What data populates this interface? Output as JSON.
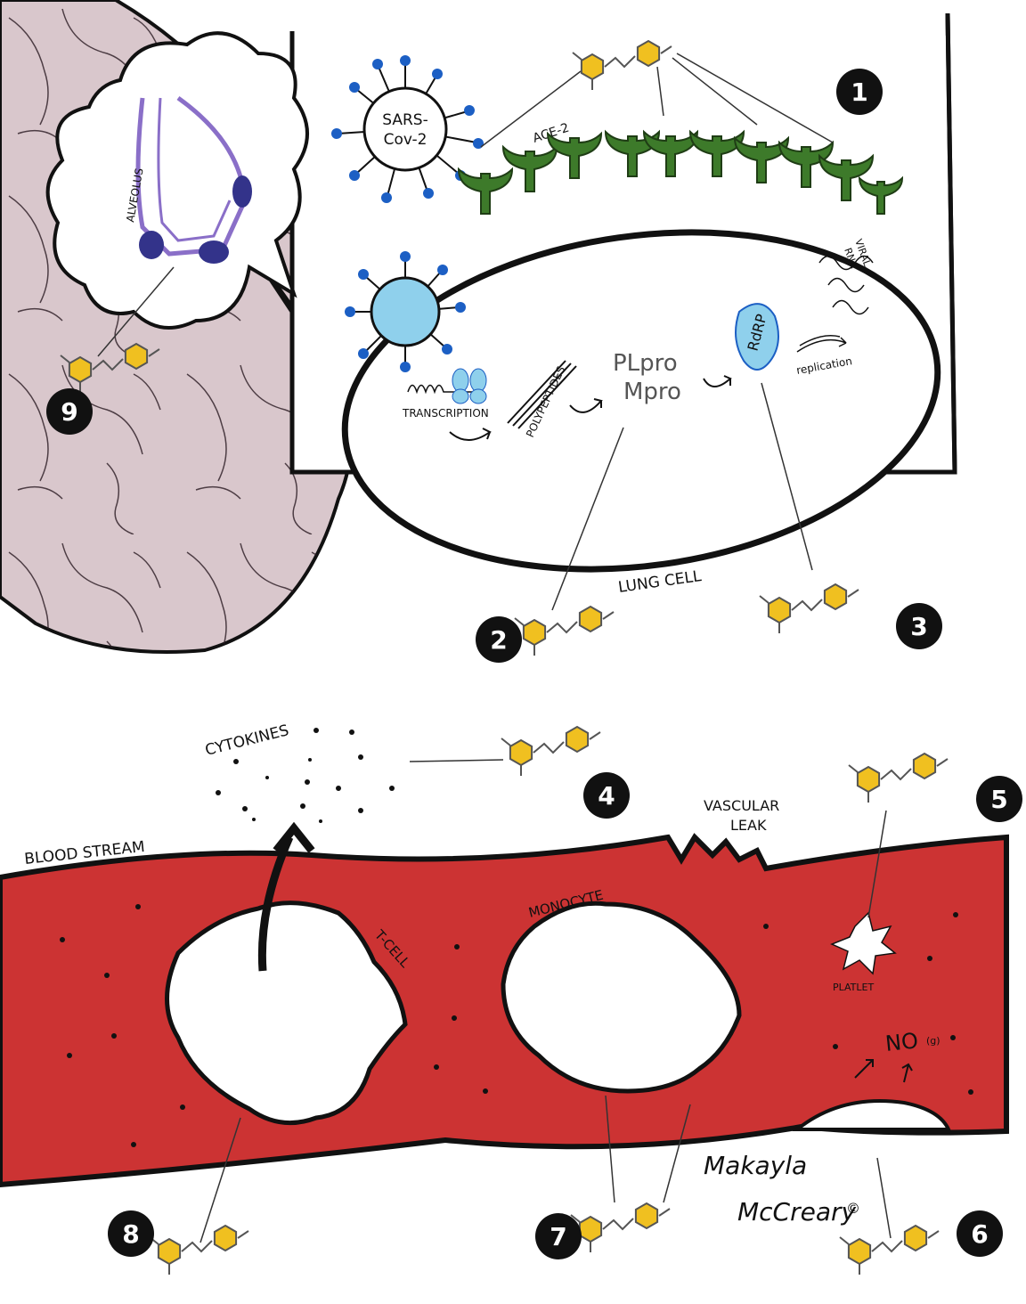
{
  "labels": {
    "sars_line1": "SARS-",
    "sars_line2": "Cov-2",
    "ace2": "ACE-2",
    "alveolus": "ALVEOLUS",
    "viral_rna_line1": "VIRAL",
    "viral_rna_line2": "RNA",
    "transcription": "TRANSCRIPTION",
    "polypeptides": "POLYPEPTIDES",
    "plpro": "PLpro",
    "mpro": "Mpro",
    "rdrp": "RdRP",
    "replication": "replication",
    "lung_cell": "LUNG CELL",
    "cytokines": "CYTOKINES",
    "vascular_line1": "VASCULAR",
    "vascular_line2": "LEAK",
    "blood_stream": "BLOOD STREAM",
    "t_cell": "T-CELL",
    "monocyte": "MONOCYTE",
    "platlet": "PLATLET",
    "no_gas": "NO",
    "no_gas_sub": "(g)",
    "signature_line1": "Makayla",
    "signature_line2": "McCreary",
    "copyright": "©"
  },
  "markers": [
    "1",
    "2",
    "3",
    "4",
    "5",
    "6",
    "7",
    "8",
    "9"
  ],
  "colors": {
    "lung_tissue": "#d9c7cc",
    "blood": "#cc3333",
    "ace2_receptor": "#3d7a2a",
    "virus_core": "#8fd0ec",
    "virus_spike": "#1c5fc4",
    "rdrp": "#8fd0ec",
    "ribosome": "#8fd0ec",
    "molecule": "#f0c020",
    "alveolus_wall": "#8a6fc8",
    "alveolus_cells": "#33338a",
    "marker": "#111111"
  }
}
